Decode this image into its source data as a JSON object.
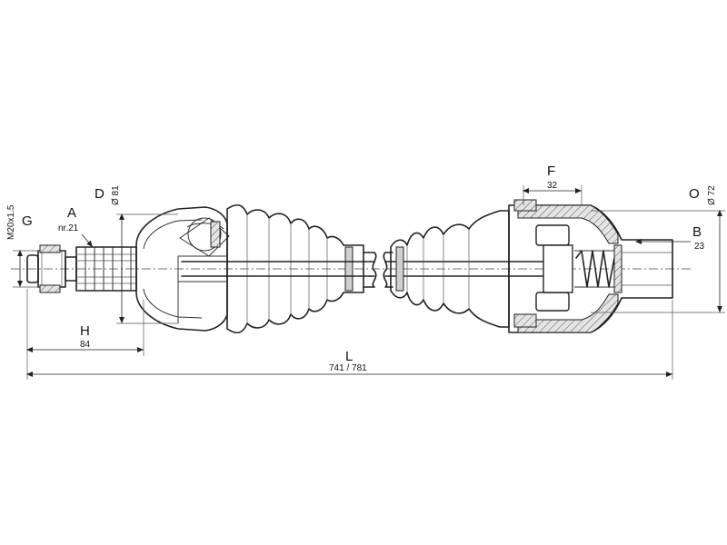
{
  "labels": {
    "a": {
      "letter": "A",
      "value": "nr.21"
    },
    "b": {
      "letter": "B",
      "value": "23"
    },
    "d": {
      "letter": "D",
      "value": "Ø 81"
    },
    "f": {
      "letter": "F",
      "value": "32"
    },
    "g": {
      "letter": "G",
      "value": "M20x1.5"
    },
    "h": {
      "letter": "H",
      "value": "84"
    },
    "l": {
      "letter": "L",
      "value": "741 / 781"
    },
    "o": {
      "letter": "O",
      "value": "Ø 72"
    }
  },
  "colors": {
    "line": "#222222",
    "shade": "#cfcfcf",
    "background": "#ffffff"
  }
}
